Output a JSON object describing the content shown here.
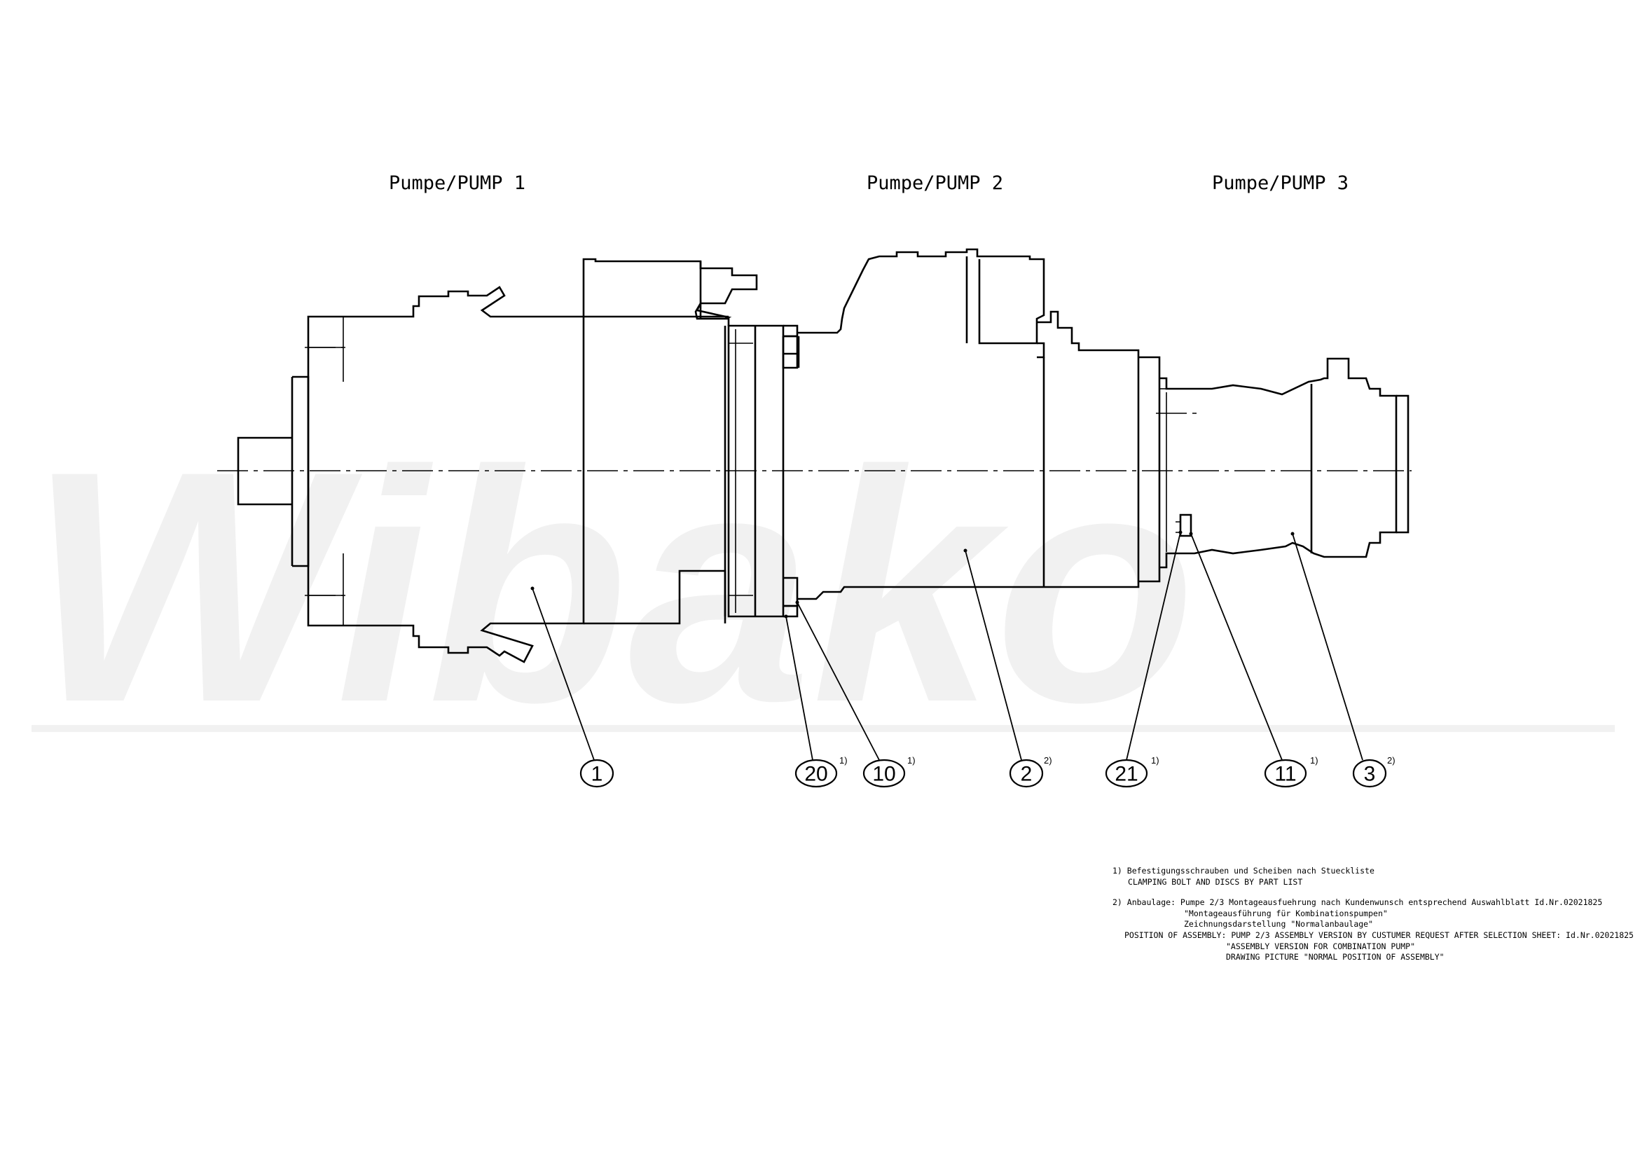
{
  "watermark": "Wibako",
  "pump_labels": [
    "Pumpe/PUMP 1",
    "Pumpe/PUMP 2",
    "Pumpe/PUMP 3"
  ],
  "callouts": [
    {
      "number": "1",
      "note": ""
    },
    {
      "number": "20",
      "note": "1)"
    },
    {
      "number": "10",
      "note": "1)"
    },
    {
      "number": "2",
      "note": "2)"
    },
    {
      "number": "21",
      "note": "1)"
    },
    {
      "number": "11",
      "note": "1)"
    },
    {
      "number": "3",
      "note": "2)"
    }
  ],
  "notes": [
    "1)  Befestigungsschrauben und Scheiben nach Stueckliste",
    "CLAMPING BOLT AND DISCS BY PART LIST",
    "2)  Anbaulage:  Pumpe 2/3 Montageausfuehrung nach Kundenwunsch entsprechend Auswahlblatt Id.Nr.02021825",
    "\"Montageausführung für Kombinationspumpen\"",
    "Zeichnungsdarstellung \"Normalanbaulage\"",
    "POSITION OF ASSEMBLY:  PUMP 2/3 ASSEMBLY VERSION BY CUSTUMER REQUEST AFTER SELECTION SHEET:  Id.Nr.02021825",
    "\"ASSEMBLY VERSION FOR COMBINATION PUMP\"",
    "DRAWING PICTURE \"NORMAL POSITION OF ASSEMBLY\""
  ]
}
